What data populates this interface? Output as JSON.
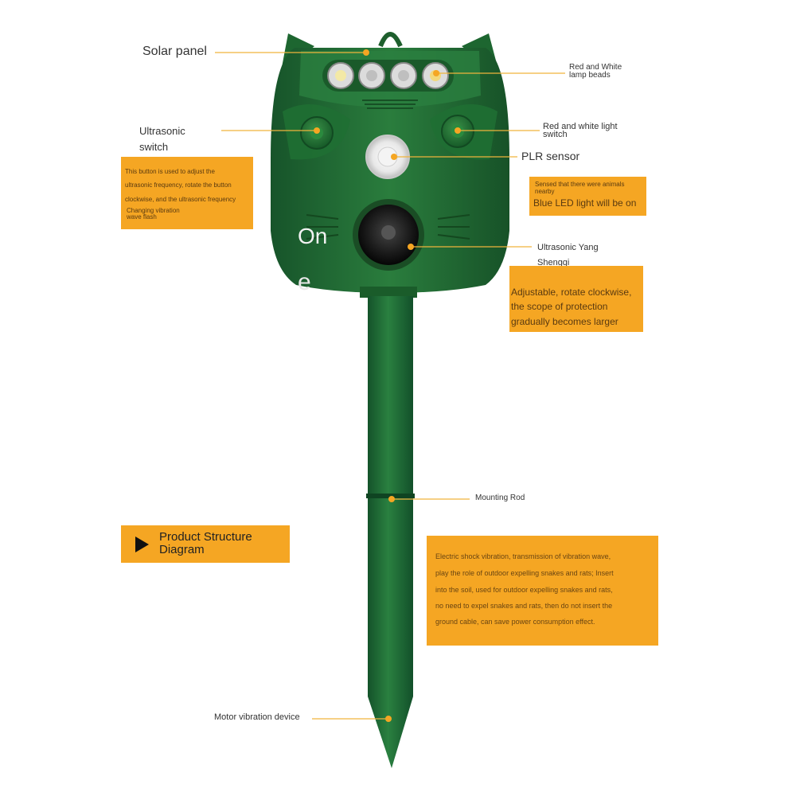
{
  "labels": {
    "solar_panel": "Solar panel",
    "lamp_beads_1": "Red and White",
    "lamp_beads_2": "lamp beads",
    "ultrasonic_switch_1": "Ultrasonic",
    "ultrasonic_switch_2": "switch",
    "light_switch_1": "Red and white light",
    "light_switch_2": "switch",
    "plr_sensor": "PLR sensor",
    "ultrasonic_yang_1": "Ultrasonic Yang",
    "ultrasonic_yang_2": "Shengqi",
    "mounting_rod": "Mounting Rod",
    "motor_vibration": "Motor vibration device",
    "on_text": "On",
    "e_text": "e"
  },
  "boxes": {
    "ultrasonic_switch": [
      "This button is used to adjust the",
      "ultrasonic frequency, rotate the button",
      "clockwise, and the ultrasonic frequency",
      "Changing vibration",
      "wave flash"
    ],
    "plr_sensor": [
      "Sensed that there were animals",
      "nearby",
      "Blue LED light will be on"
    ],
    "ultrasonic_yang": [
      "Adjustable, rotate clockwise,",
      "the scope of protection",
      "gradually becomes larger"
    ],
    "mounting_rod": [
      "Electric shock vibration, transmission of vibration wave,",
      "play the role of outdoor expelling snakes and rats; Insert",
      "into the soil, used for outdoor expelling snakes and rats,",
      "no need to expel snakes and rats, then do not insert the",
      "ground cable, can save power consumption effect."
    ]
  },
  "title": {
    "line1": "Product Structure",
    "line2": "Diagram"
  },
  "colors": {
    "device_green": "#1f6b32",
    "accent_orange": "#f5a623",
    "leader_line": "#f0b43c"
  }
}
